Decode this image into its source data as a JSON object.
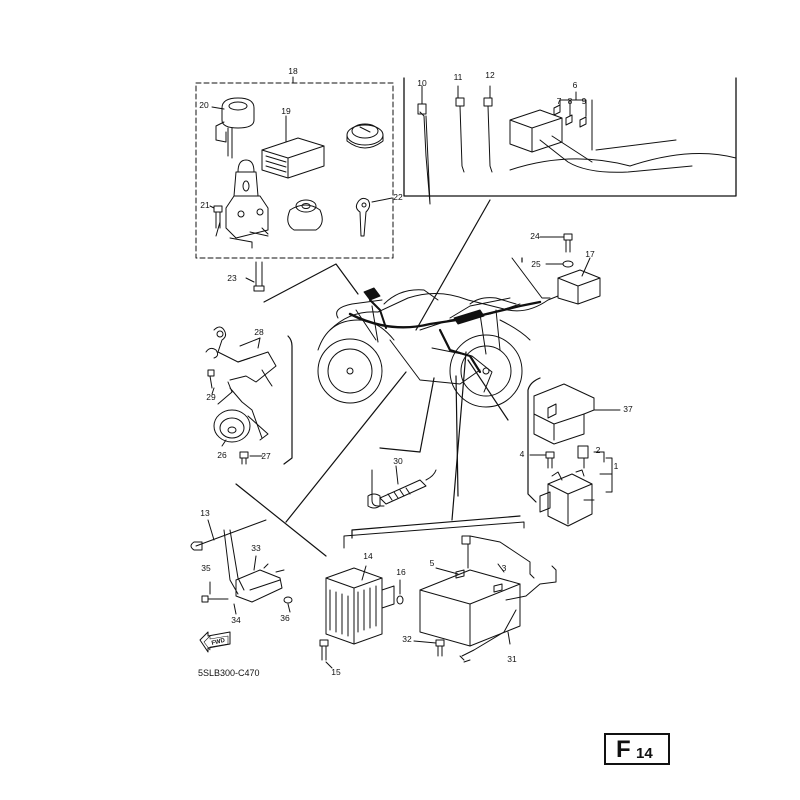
{
  "diagram_code": "5SLB300-C470",
  "figure_id": {
    "letter": "F",
    "number": "14"
  },
  "fwd_label": "FWD",
  "callouts": [
    {
      "id": "18",
      "text": "18"
    },
    {
      "id": "19",
      "text": "19"
    },
    {
      "id": "20",
      "text": "20"
    },
    {
      "id": "21",
      "text": "21"
    },
    {
      "id": "22",
      "text": "22"
    },
    {
      "id": "23",
      "text": "23"
    },
    {
      "id": "10",
      "text": "10"
    },
    {
      "id": "11",
      "text": "11"
    },
    {
      "id": "12",
      "text": "12"
    },
    {
      "id": "6",
      "text": "6"
    },
    {
      "id": "7",
      "text": "7"
    },
    {
      "id": "8",
      "text": "8"
    },
    {
      "id": "9",
      "text": "9"
    },
    {
      "id": "24",
      "text": "24"
    },
    {
      "id": "25",
      "text": "25"
    },
    {
      "id": "17",
      "text": "17"
    },
    {
      "id": "28",
      "text": "28"
    },
    {
      "id": "29",
      "text": "29"
    },
    {
      "id": "26",
      "text": "26"
    },
    {
      "id": "27",
      "text": "27"
    },
    {
      "id": "37",
      "text": "37"
    },
    {
      "id": "2",
      "text": "2"
    },
    {
      "id": "1",
      "text": "1"
    },
    {
      "id": "4",
      "text": "4"
    },
    {
      "id": "30",
      "text": "30"
    },
    {
      "id": "13",
      "text": "13"
    },
    {
      "id": "33",
      "text": "33"
    },
    {
      "id": "35",
      "text": "35"
    },
    {
      "id": "34",
      "text": "34"
    },
    {
      "id": "36",
      "text": "36"
    },
    {
      "id": "14",
      "text": "14"
    },
    {
      "id": "16",
      "text": "16"
    },
    {
      "id": "15",
      "text": "15"
    },
    {
      "id": "5",
      "text": "5"
    },
    {
      "id": "3",
      "text": "3"
    },
    {
      "id": "32",
      "text": "32"
    },
    {
      "id": "31",
      "text": "31"
    }
  ]
}
